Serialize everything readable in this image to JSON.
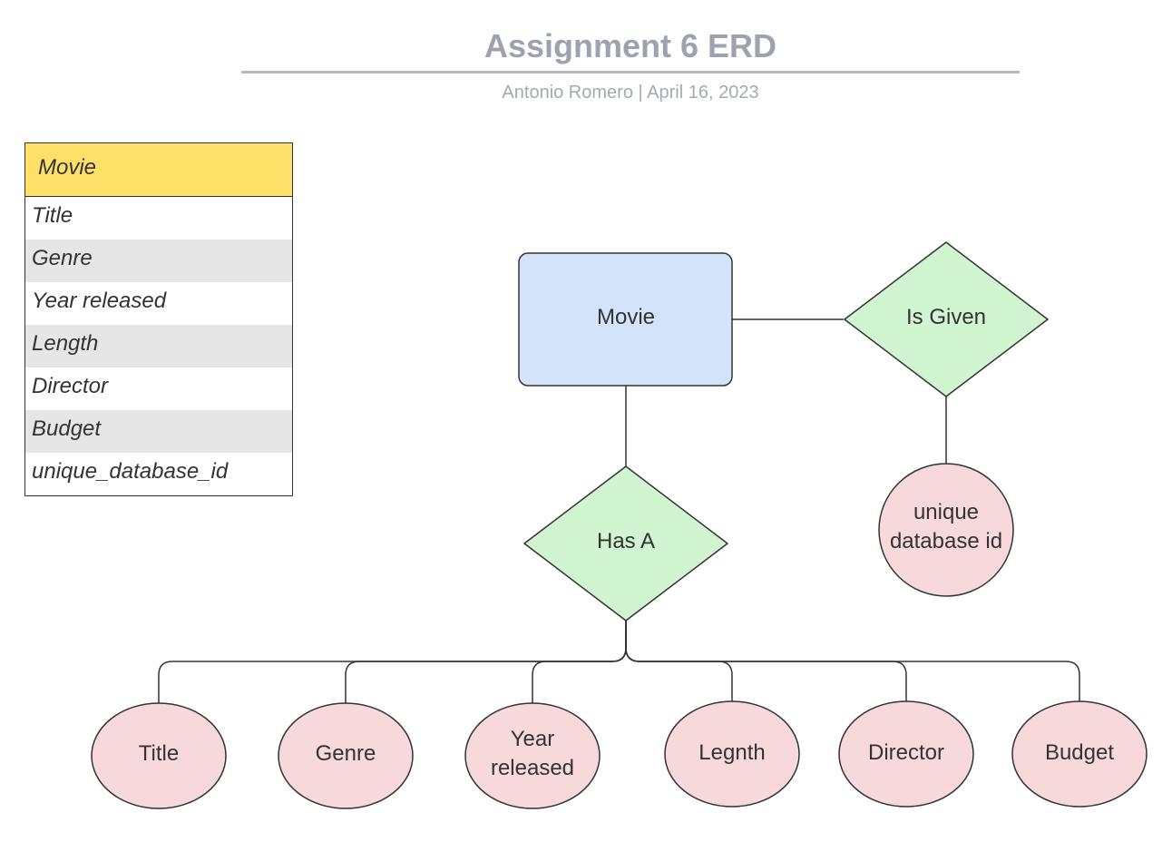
{
  "header": {
    "title": "Assignment 6 ERD",
    "subtitle": "Antonio Romero  |  April 16, 2023"
  },
  "table": {
    "name": "Movie",
    "attributes": [
      "Title",
      "Genre",
      "Year released",
      "Length",
      "Director",
      "Budget",
      "unique_database_id"
    ]
  },
  "diagram": {
    "entity": "Movie",
    "relationships": {
      "has": "Has A",
      "given": "Is Given"
    },
    "id_attribute": [
      "unique",
      "database id"
    ],
    "attributes": [
      [
        "Title"
      ],
      [
        "Genre"
      ],
      [
        "Year",
        "released"
      ],
      [
        "Legnth"
      ],
      [
        "Director"
      ],
      [
        "Budget"
      ]
    ]
  },
  "colors": {
    "entity": "#d3e4fa",
    "relationship": "#d0f5d0",
    "attribute": "#f7d9db",
    "table_header": "#fde068",
    "table_alt_row": "#e6e6e6",
    "title": "#9da3ae"
  }
}
